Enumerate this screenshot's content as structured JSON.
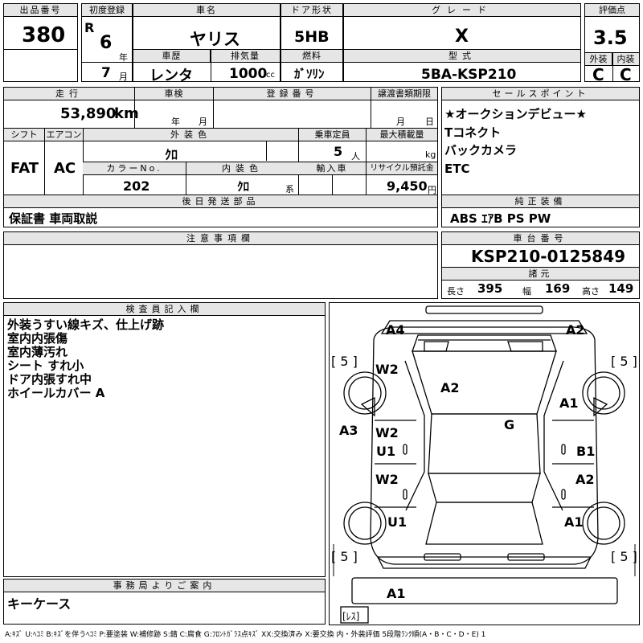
{
  "header": {
    "lot_label": "出品番号",
    "lot": "380",
    "first_reg_label": "初度登録",
    "era": "R",
    "year": "6",
    "year_unit": "年",
    "month": "7",
    "month_unit": "月",
    "name_label": "車名",
    "name": "ヤリス",
    "door_label": "ドア形状",
    "door": "5HB",
    "grade_label": "グレード",
    "grade": "X",
    "score_label": "評価点",
    "score": "3.5",
    "history_label": "車歴",
    "history": "レンタ",
    "displacement_label": "排気量",
    "displacement": "1000",
    "displacement_unit": "cc",
    "fuel_label": "燃料",
    "fuel": "ｶﾞｿﾘﾝ",
    "model_label": "型式",
    "model": "5BA-KSP210",
    "ext_label": "外装",
    "ext": "C",
    "int_label": "内装",
    "int": "C"
  },
  "specs": {
    "mileage_label": "走行",
    "mileage": "53,890",
    "mileage_unit": "km",
    "inspection_label": "車検",
    "inspection_year_unit": "年",
    "inspection_month_unit": "月",
    "regno_label": "登録番号",
    "transfer_label": "譲渡書類期限",
    "transfer_month_unit": "月",
    "transfer_day_unit": "日",
    "shift_label": "シフト",
    "shift": "FAT",
    "ac_label": "エアコン",
    "ac": "AC",
    "color_label": "外装色",
    "color": "ｸﾛ",
    "capacity_label": "乗車定員",
    "capacity": "5",
    "capacity_unit": "人",
    "load_label": "最大積載量",
    "load_unit": "kg",
    "colorno_label": "カラーNo.",
    "colorno": "202",
    "intcolor_label": "内装色",
    "intcolor": "ｸﾛ",
    "intcolor_unit": "系",
    "import_label": "輸入車",
    "recycle_label": "リサイクル預託金",
    "recycle": "9,450",
    "recycle_unit": "円",
    "later_label": "後日発送部品",
    "later": "保証書 車両取説"
  },
  "sales": {
    "label": "セールスポイント",
    "points": [
      "★オークションデビュー★",
      "Tコネクト",
      "バックカメラ",
      "ETC"
    ]
  },
  "equipment": {
    "label": "純正装備",
    "value": "ABS ｴｱB PS PW"
  },
  "caution": {
    "label": "注意事項欄"
  },
  "chassis": {
    "label": "車台番号",
    "value": "KSP210-0125849",
    "dims_label": "諸元",
    "length_label": "長さ",
    "length": "395",
    "width_label": "幅",
    "width": "169",
    "height_label": "高さ",
    "height": "149"
  },
  "inspector": {
    "label": "検査員記入欄",
    "lines": [
      "外装うすい線キズ、仕上げ跡",
      "室内内張傷",
      "室内薄汚れ",
      "シート すれ小",
      "ドア内張すれ中",
      "ホイールカバー A"
    ]
  },
  "office": {
    "label": "事務局よりご案内",
    "value": "キーケース"
  },
  "diagram": {
    "marks": [
      "A4",
      "A2",
      "W2",
      "A2",
      "A1",
      "G",
      "A3",
      "W2",
      "U1",
      "B1",
      "W2",
      "A2",
      "U1",
      "A1",
      "A1"
    ],
    "tires": [
      "[ 5 ]",
      "[ 5 ]",
      "[ 5 ]",
      "[ 5 ]"
    ],
    "spare": "[ﾚｽ]"
  },
  "legend": "A:ｷｽﾞ U:ﾍｺﾐ B:ｷｽﾞを伴うﾍｺﾐ P:要塗装 W:補修跡 S:錆 C:腐食 G:ﾌﾛﾝﾄｶﾞﾗｽ点ｷｽﾞ XX:交換済み X:要交換 内・外装評価 5段階ﾗﾝｸ順(A・B・C・D・E) 1"
}
